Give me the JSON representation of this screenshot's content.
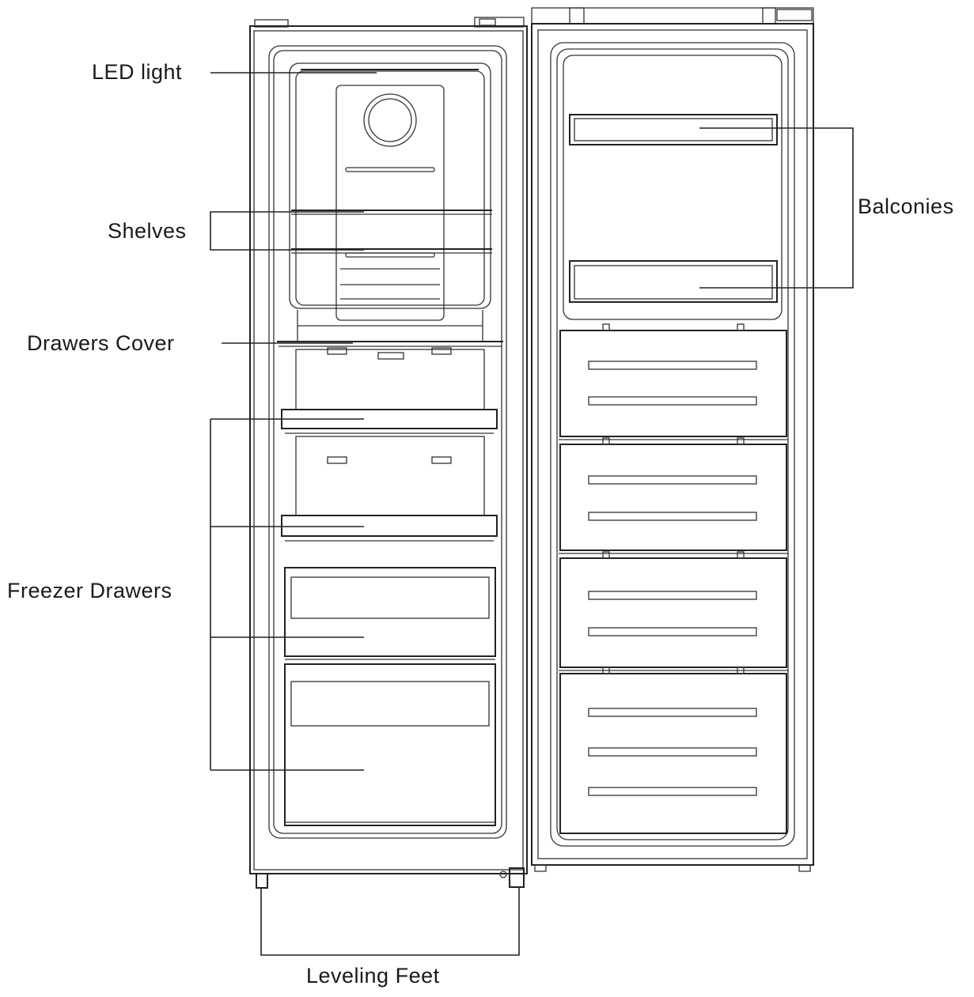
{
  "labels": {
    "led_light": "LED light",
    "shelves": "Shelves",
    "drawers_cover": "Drawers Cover",
    "freezer_drawers": "Freezer Drawers",
    "balconies": "Balconies",
    "leveling_feet": "Leveling Feet"
  }
}
